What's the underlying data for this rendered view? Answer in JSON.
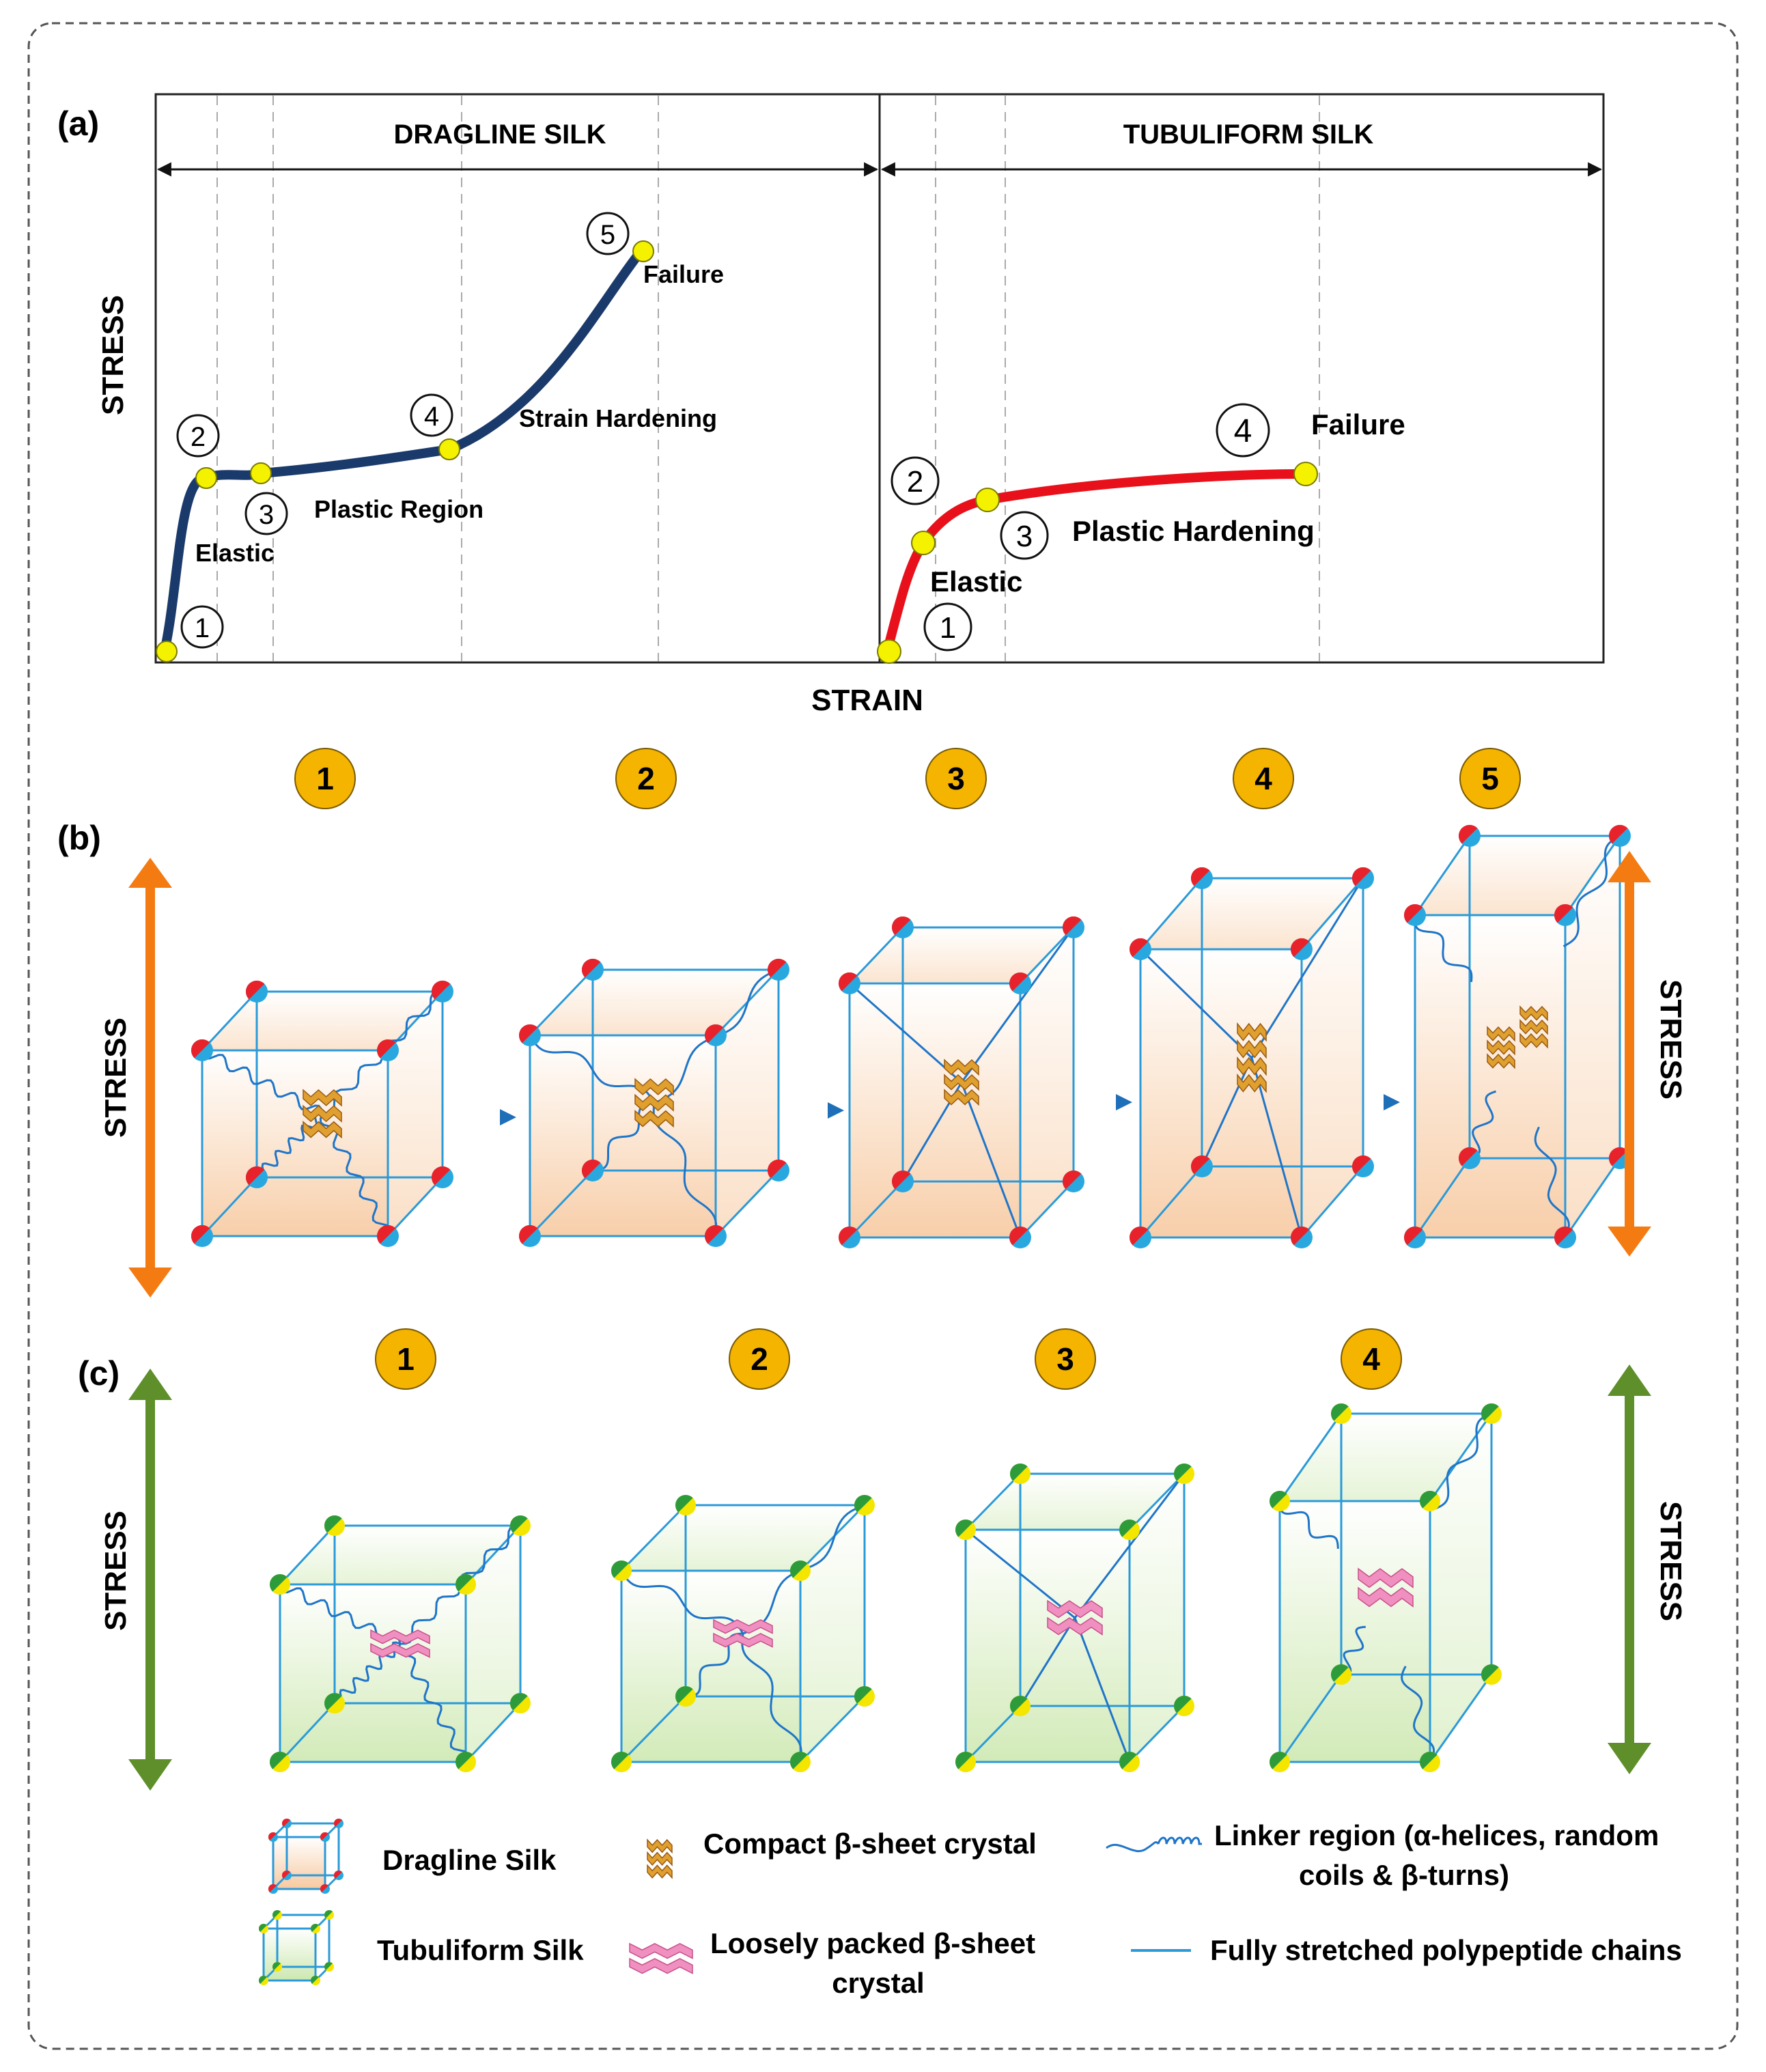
{
  "panel_a": {
    "label": "(a)",
    "y_axis": "STRESS",
    "x_axis": "STRAIN",
    "dragline": {
      "title": "DRAGLINE SILK",
      "points": [
        "1",
        "2",
        "3",
        "4",
        "5"
      ],
      "annotations": {
        "elastic": "Elastic",
        "plastic": "Plastic Region",
        "hardening": "Strain Hardening",
        "failure": "Failure"
      }
    },
    "tubuliform": {
      "title": "TUBULIFORM SILK",
      "points": [
        "1",
        "2",
        "3",
        "4"
      ],
      "annotations": {
        "elastic": "Elastic",
        "plastic": "Plastic Hardening",
        "failure": "Failure"
      }
    }
  },
  "panel_b": {
    "label": "(b)",
    "stages": [
      "1",
      "2",
      "3",
      "4",
      "5"
    ],
    "stress_left": "STRESS",
    "stress_right": "STRESS"
  },
  "panel_c": {
    "label": "(c)",
    "stages": [
      "1",
      "2",
      "3",
      "4"
    ],
    "stress_left": "STRESS",
    "stress_right": "STRESS"
  },
  "legend": {
    "dragline": "Dragline Silk",
    "tubuliform": "Tubuliform Silk",
    "compact": "Compact β-sheet crystal",
    "loose_1": "Loosely packed β-sheet",
    "loose_2": "crystal",
    "linker_1": "Linker region (α-helices, random",
    "linker_2": "coils & β-turns)",
    "stretched": "Fully stretched polypeptide chains"
  },
  "colors": {
    "dragline_curve": "#1a3a6b",
    "tubuliform_curve": "#e8111b",
    "frame": "#2a9ad8",
    "node_red": "#e8222a",
    "node_blue": "#29a8e0",
    "node_green": "#2e9b3a",
    "node_yellow": "#f5e600",
    "badge": "#f5b400",
    "arrow_orange": "#f47b12",
    "arrow_green": "#5e8f2a",
    "compact_crystal": "#e0a030",
    "loose_crystal": "#f090c0"
  }
}
